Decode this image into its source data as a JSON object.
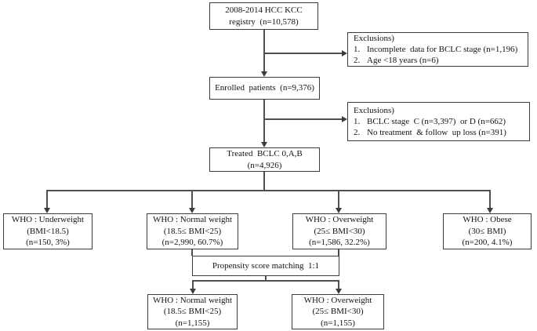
{
  "flowchart": {
    "registry": {
      "line1": "2008-2014 HCC KCC",
      "line2": "registry  (n=10,578)"
    },
    "exclusions_1": {
      "header": "Exclusions)",
      "item1_num": "1.",
      "item1_text": "Incomplete  data for BCLC stage (n=1,196)",
      "item2_num": "2.",
      "item2_text": "Age <18 years (n=6)"
    },
    "enrolled": {
      "line1": "Enrolled  patients  (n=9,376)"
    },
    "exclusions_2": {
      "header": "Exclusions)",
      "item1_num": "1.",
      "item1_text": "BCLC stage  C (n=3,397)  or D (n=662)",
      "item2_num": "2.",
      "item2_text": "No treatment  & follow  up loss (n=391)"
    },
    "treated": {
      "line1": "Treated  BCLC 0,A,B",
      "line2": "(n=4,926)"
    },
    "who_underweight": {
      "line1": "WHO : Underweight",
      "line2": "(BMI<18.5)",
      "line3": "(n=150, 3%)"
    },
    "who_normal": {
      "line1": "WHO : Normal weight",
      "line2": "(18.5≤ BMI<25)",
      "line3": "(n=2,990, 60.7%)"
    },
    "who_overweight": {
      "line1": "WHO : Overweight",
      "line2": "(25≤ BMI<30)",
      "line3": "(n=1,586, 32.2%)"
    },
    "who_obese": {
      "line1": "WHO : Obese",
      "line2": "(30≤ BMI)",
      "line3": "(n=200, 4.1%)"
    },
    "matching": {
      "line1": "Propensity score matching  1:1"
    },
    "matched_normal": {
      "line1": "WHO : Normal weight",
      "line2": "(18.5≤ BMI<25)",
      "line3": "(n=1,155)"
    },
    "matched_overweight": {
      "line1": "WHO : Overweight",
      "line2": "(25≤ BMI<30)",
      "line3": "(n=1,155)"
    },
    "colors": {
      "line": "#4f4f4f",
      "box_border": "#3d3d3d",
      "text": "#141414",
      "background": "#ffffff"
    }
  }
}
